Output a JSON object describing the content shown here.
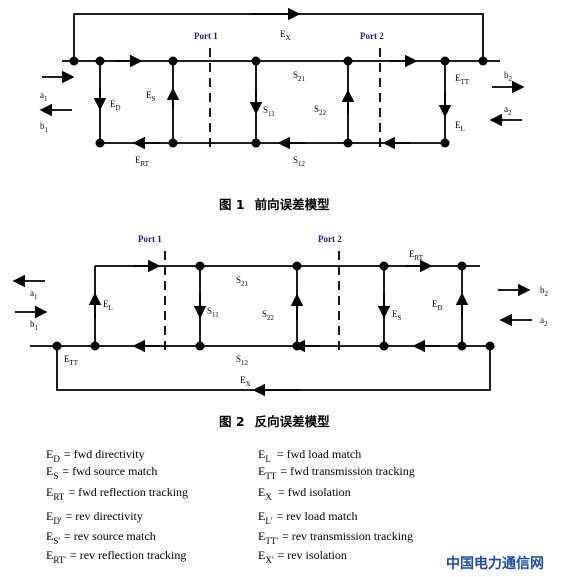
{
  "figure1": {
    "caption_num": "图 1",
    "caption_text": "前向误差模型",
    "port1": "Port 1",
    "port2": "Port 2",
    "ports": {
      "a1": "a",
      "a1_sub": "1",
      "b1": "b",
      "b1_sub": "1",
      "b2": "b",
      "b2_sub": "2",
      "a2": "a",
      "a2_sub": "2"
    },
    "terms": {
      "EX": "E",
      "EX_sub": "X",
      "ED": "E",
      "ED_sub": "D",
      "ES": "E",
      "ES_sub": "S",
      "ERT": "E",
      "ERT_sub": "RT",
      "S21": "S",
      "S21_sub": "21",
      "S11": "S",
      "S11_sub": "11",
      "S22": "S",
      "S22_sub": "22",
      "S12": "S",
      "S12_sub": "12",
      "ETT": "E",
      "ETT_sub": "TT",
      "EL": "E",
      "EL_sub": "L"
    }
  },
  "figure2": {
    "caption_num": "图 2",
    "caption_text": "反向误差模型",
    "port1": "Port 1",
    "port2": "Port 2",
    "ports": {
      "a1": "a",
      "a1_sub": "1",
      "b1": "b",
      "b1_sub": "1",
      "b2": "b",
      "b2_sub": "2",
      "a2": "a",
      "a2_sub": "2"
    },
    "terms": {
      "ERT": "E",
      "ERT_sub": "RT",
      "EL": "E",
      "EL_sub": "L",
      "S21": "S",
      "S21_sub": "21",
      "S11": "S",
      "S11_sub": "11",
      "S22": "S",
      "S22_sub": "22",
      "S12": "S",
      "S12_sub": "12",
      "ES": "E",
      "ES_sub": "S",
      "ED": "E",
      "ED_sub": "D",
      "ETT": "E",
      "ETT_sub": "TT",
      "EX": "E",
      "EX_sub": "X"
    }
  },
  "legend": {
    "left": [
      {
        "sym": "E",
        "sub": "D",
        "desc": "= fwd directivity"
      },
      {
        "sym": "E",
        "sub": "S",
        "desc": "= fwd source match"
      },
      {
        "sym": "E",
        "sub": "RT",
        "desc": "= fwd reflection tracking"
      },
      {
        "sym": "E",
        "sub": "D'",
        "desc": "= rev directivity"
      },
      {
        "sym": "E",
        "sub": "S'",
        "desc": "= rev source match"
      },
      {
        "sym": "E",
        "sub": "RT'",
        "desc": "= rev reflection tracking"
      }
    ],
    "right": [
      {
        "sym": "E",
        "sub": "L",
        "desc": "= fwd load match"
      },
      {
        "sym": "E",
        "sub": "TT",
        "desc": "= fwd transmission tracking"
      },
      {
        "sym": "E",
        "sub": "X",
        "desc": "= fwd isolation"
      },
      {
        "sym": "E",
        "sub": "L'",
        "desc": "= rev load match"
      },
      {
        "sym": "E",
        "sub": "TT'",
        "desc": "= rev transmission tracking"
      },
      {
        "sym": "E",
        "sub": "X'",
        "desc": "= rev isolation"
      }
    ]
  },
  "watermark": "中国电力通信网"
}
